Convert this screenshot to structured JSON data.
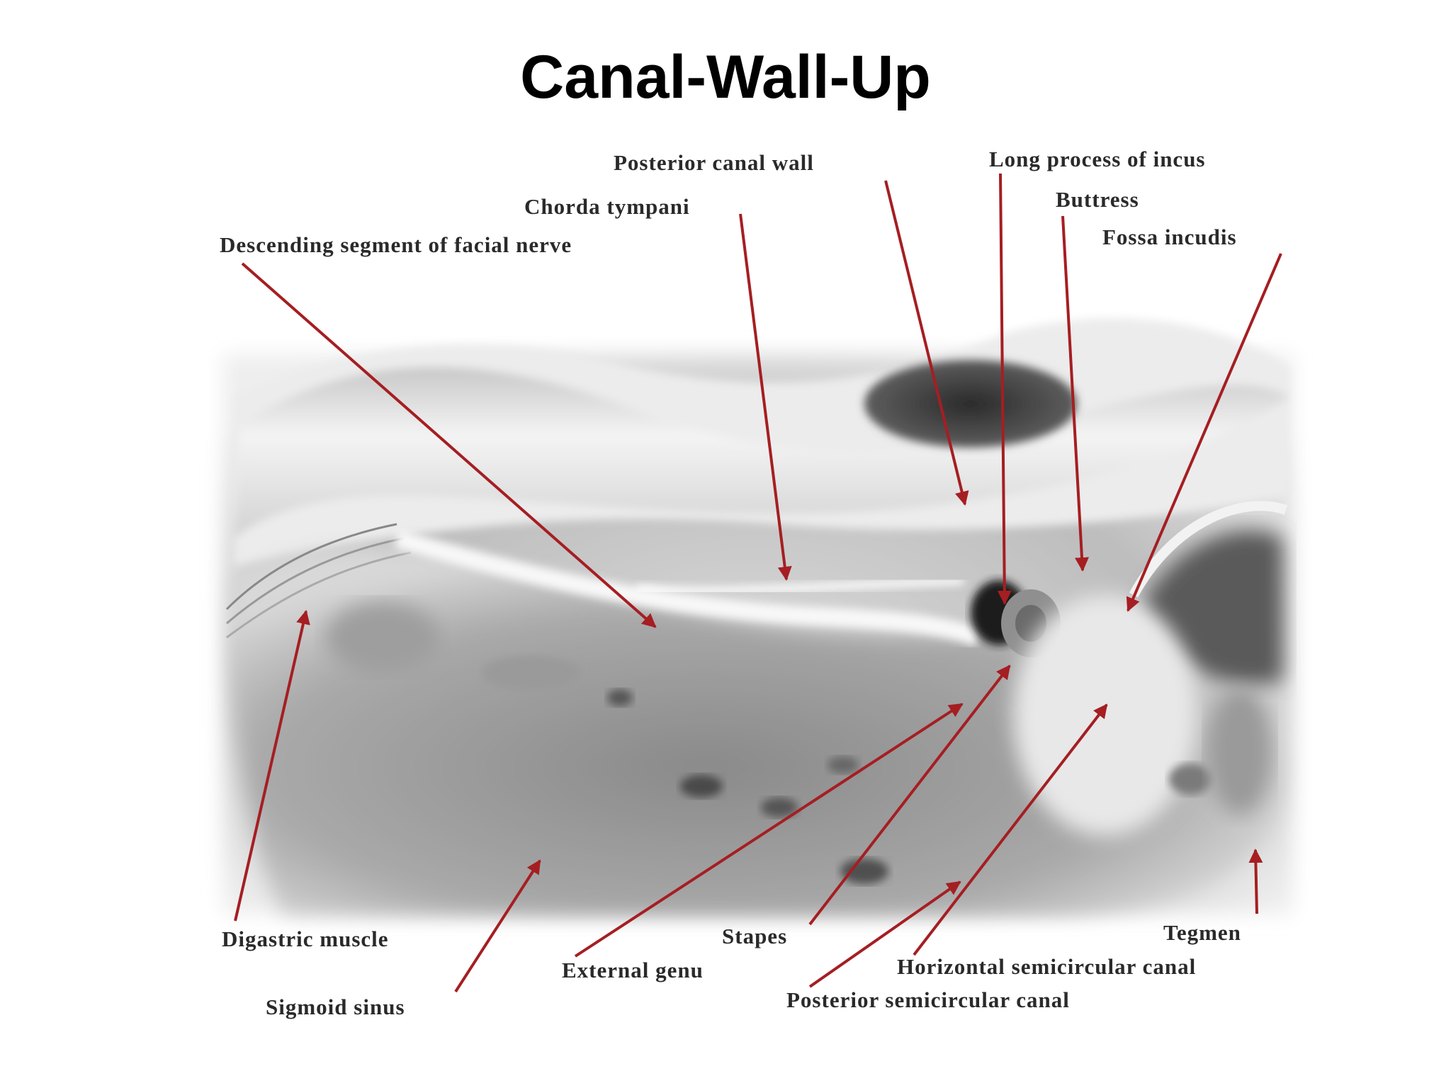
{
  "title": "Canal-Wall-Up",
  "colors": {
    "arrow": "#a51e22",
    "label_text": "#2a2a2a",
    "title_text": "#000000"
  },
  "labels": {
    "posterior_canal_wall": "Posterior canal wall",
    "long_process_of_incus": "Long process of incus",
    "chorda_tympani": "Chorda tympani",
    "buttress": "Buttress",
    "descending_segment": "Descending segment of facial nerve",
    "fossa_incudis": "Fossa incudis",
    "digastric_muscle": "Digastric muscle",
    "stapes": "Stapes",
    "tegmen": "Tegmen",
    "external_genu": "External genu",
    "horizontal_semicircular_canal": "Horizontal semicircular canal",
    "sigmoid_sinus": "Sigmoid sinus",
    "posterior_semicircular_canal": "Posterior semicircular canal"
  }
}
